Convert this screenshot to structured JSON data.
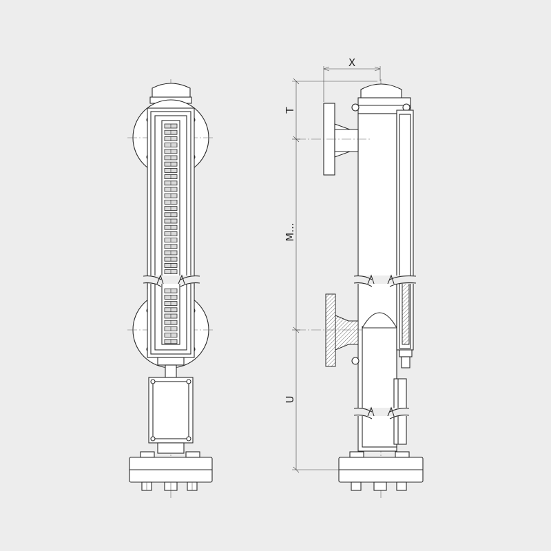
{
  "dimensions": {
    "x": "X",
    "t": "T",
    "m": "M...",
    "u": "U"
  },
  "colors": {
    "background": "#ededed",
    "line": "#2a2a2a",
    "part_fill": "#ffffff"
  }
}
